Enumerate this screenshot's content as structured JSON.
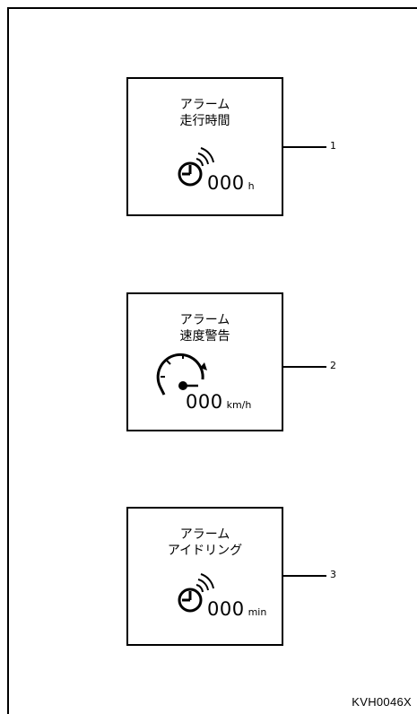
{
  "panels": [
    {
      "title_line1": "アラーム",
      "title_line2": "走行時間",
      "value": "000",
      "unit": "h",
      "callout": "1",
      "icon": "clock-signal-icon"
    },
    {
      "title_line1": "アラーム",
      "title_line2": "速度警告",
      "value": "000",
      "unit": "km/h",
      "callout": "2",
      "icon": "speedometer-icon"
    },
    {
      "title_line1": "アラーム",
      "title_line2": "アイドリング",
      "value": "000",
      "unit": "min",
      "callout": "3",
      "icon": "clock-signal-icon"
    }
  ],
  "figure_code": "KVH0046X"
}
